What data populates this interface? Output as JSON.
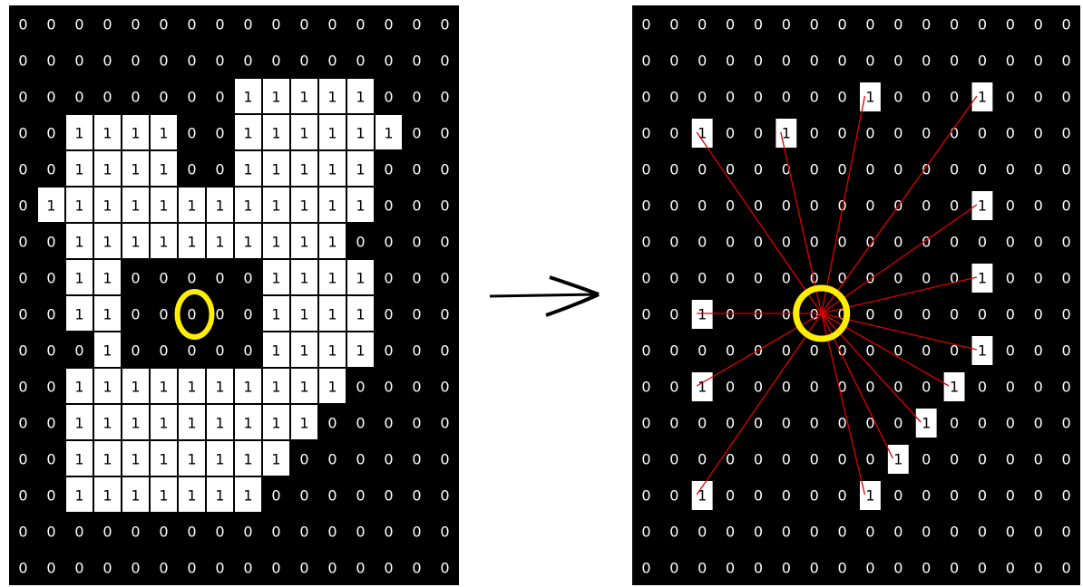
{
  "colors": {
    "background": "#000000",
    "on_cell": "#ffffff",
    "zero_text": "#ffffff",
    "one_text": "#000000",
    "highlight_ring": "#ffee00",
    "ray_line": "#e00000",
    "arrow": "#000000"
  },
  "left_grid": {
    "rows": [
      "0000000000000000",
      "0000000000000000",
      "0000000011111000",
      "0011110011111100",
      "0011110011111000",
      "0111111111111000",
      "0011111111110000",
      "0011000001111000",
      "0011000001111000",
      "0001000001111000",
      "0011111111110000",
      "0011111111100000",
      "0011111111000000",
      "0011111110000000",
      "0000000000000000",
      "0000000000000000"
    ],
    "highlight_cell": [
      8,
      6
    ]
  },
  "right_grid": {
    "rows": [
      "0000000000000000",
      "0000000000000000",
      "0000000010001000",
      "0010010000000000",
      "0000000000000000",
      "0000000000001000",
      "0000000000000000",
      "0000000000001000",
      "0010000000000000",
      "0000000000001000",
      "0010000000010000",
      "0000000000100000",
      "0000000001000000",
      "0010000010000000",
      "0000000000000000",
      "0000000000000000"
    ],
    "center_cell": [
      8,
      6
    ],
    "ray_targets": [
      [
        2,
        8
      ],
      [
        2,
        12
      ],
      [
        3,
        2
      ],
      [
        3,
        5
      ],
      [
        5,
        12
      ],
      [
        7,
        12
      ],
      [
        8,
        2
      ],
      [
        9,
        12
      ],
      [
        10,
        2
      ],
      [
        10,
        11
      ],
      [
        11,
        10
      ],
      [
        12,
        9
      ],
      [
        13,
        2
      ],
      [
        13,
        8
      ]
    ]
  },
  "arrow": {
    "direction": "right",
    "icon": "right-arrow-icon"
  }
}
